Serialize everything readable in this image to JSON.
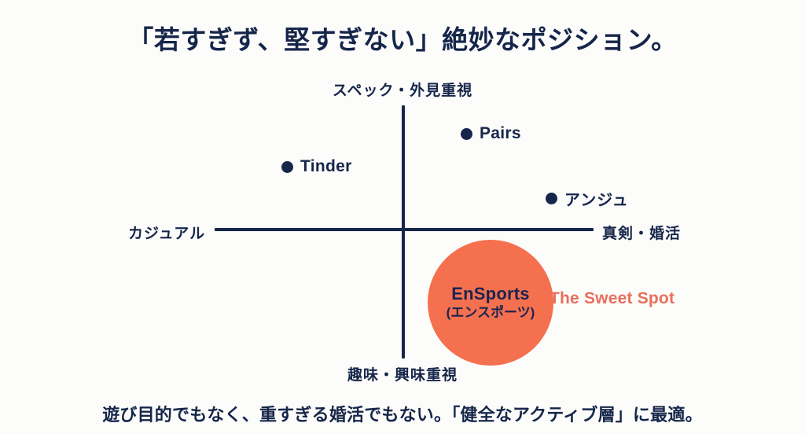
{
  "title": "「若すぎず、堅すぎない」絶妙なポジション。",
  "caption": "遊び目的でもなく、重すぎる婚活でもない。「健全なアクティブ層」に最適。",
  "colors": {
    "background": "#fcfcfa",
    "navy": "#16264a",
    "coral": "#f4704f",
    "sweet_spot_text": "#e8705c"
  },
  "chart_data": {
    "type": "scatter",
    "title": "「若すぎず、堅すぎない」絶妙なポジション。",
    "subtitle": "遊び目的でもなく、重すぎる婚活でもない。「健全なアクティブ層」に最適。",
    "xlabel": "",
    "ylabel": "",
    "grid": false,
    "legend": "none",
    "xlim": [
      -1,
      1
    ],
    "ylim": [
      -1,
      1
    ],
    "axes": {
      "top": "スペック・外見重視",
      "bottom": "趣味・興味重視",
      "left": "カジュアル",
      "right": "真剣・婚活"
    },
    "points": [
      {
        "label": "Tinder",
        "x": -0.62,
        "y": 0.52,
        "quadrant": "casual-spec",
        "marker": "dot",
        "color": "#16264a"
      },
      {
        "label": "Pairs",
        "x": 0.34,
        "y": 0.77,
        "quadrant": "serious-spec",
        "marker": "dot",
        "color": "#16264a"
      },
      {
        "label": "アンジュ",
        "x": 0.78,
        "y": 0.28,
        "quadrant": "serious-spec",
        "marker": "dot",
        "color": "#16264a"
      }
    ],
    "bubbles": [
      {
        "label": "EnSports",
        "sublabel": "(エンスポーツ)",
        "annotation": "The Sweet Spot",
        "x": 0.46,
        "y": -0.59,
        "radius_px": 80,
        "color": "#f4704f",
        "quadrant": "serious-hobby"
      }
    ]
  },
  "points": {
    "tinder": {
      "label": "Tinder"
    },
    "pairs": {
      "label": "Pairs"
    },
    "anju": {
      "label": "アンジュ"
    }
  },
  "bubble": {
    "name": "EnSports",
    "sub": "(エンスポーツ)",
    "annotation": "The Sweet Spot"
  }
}
